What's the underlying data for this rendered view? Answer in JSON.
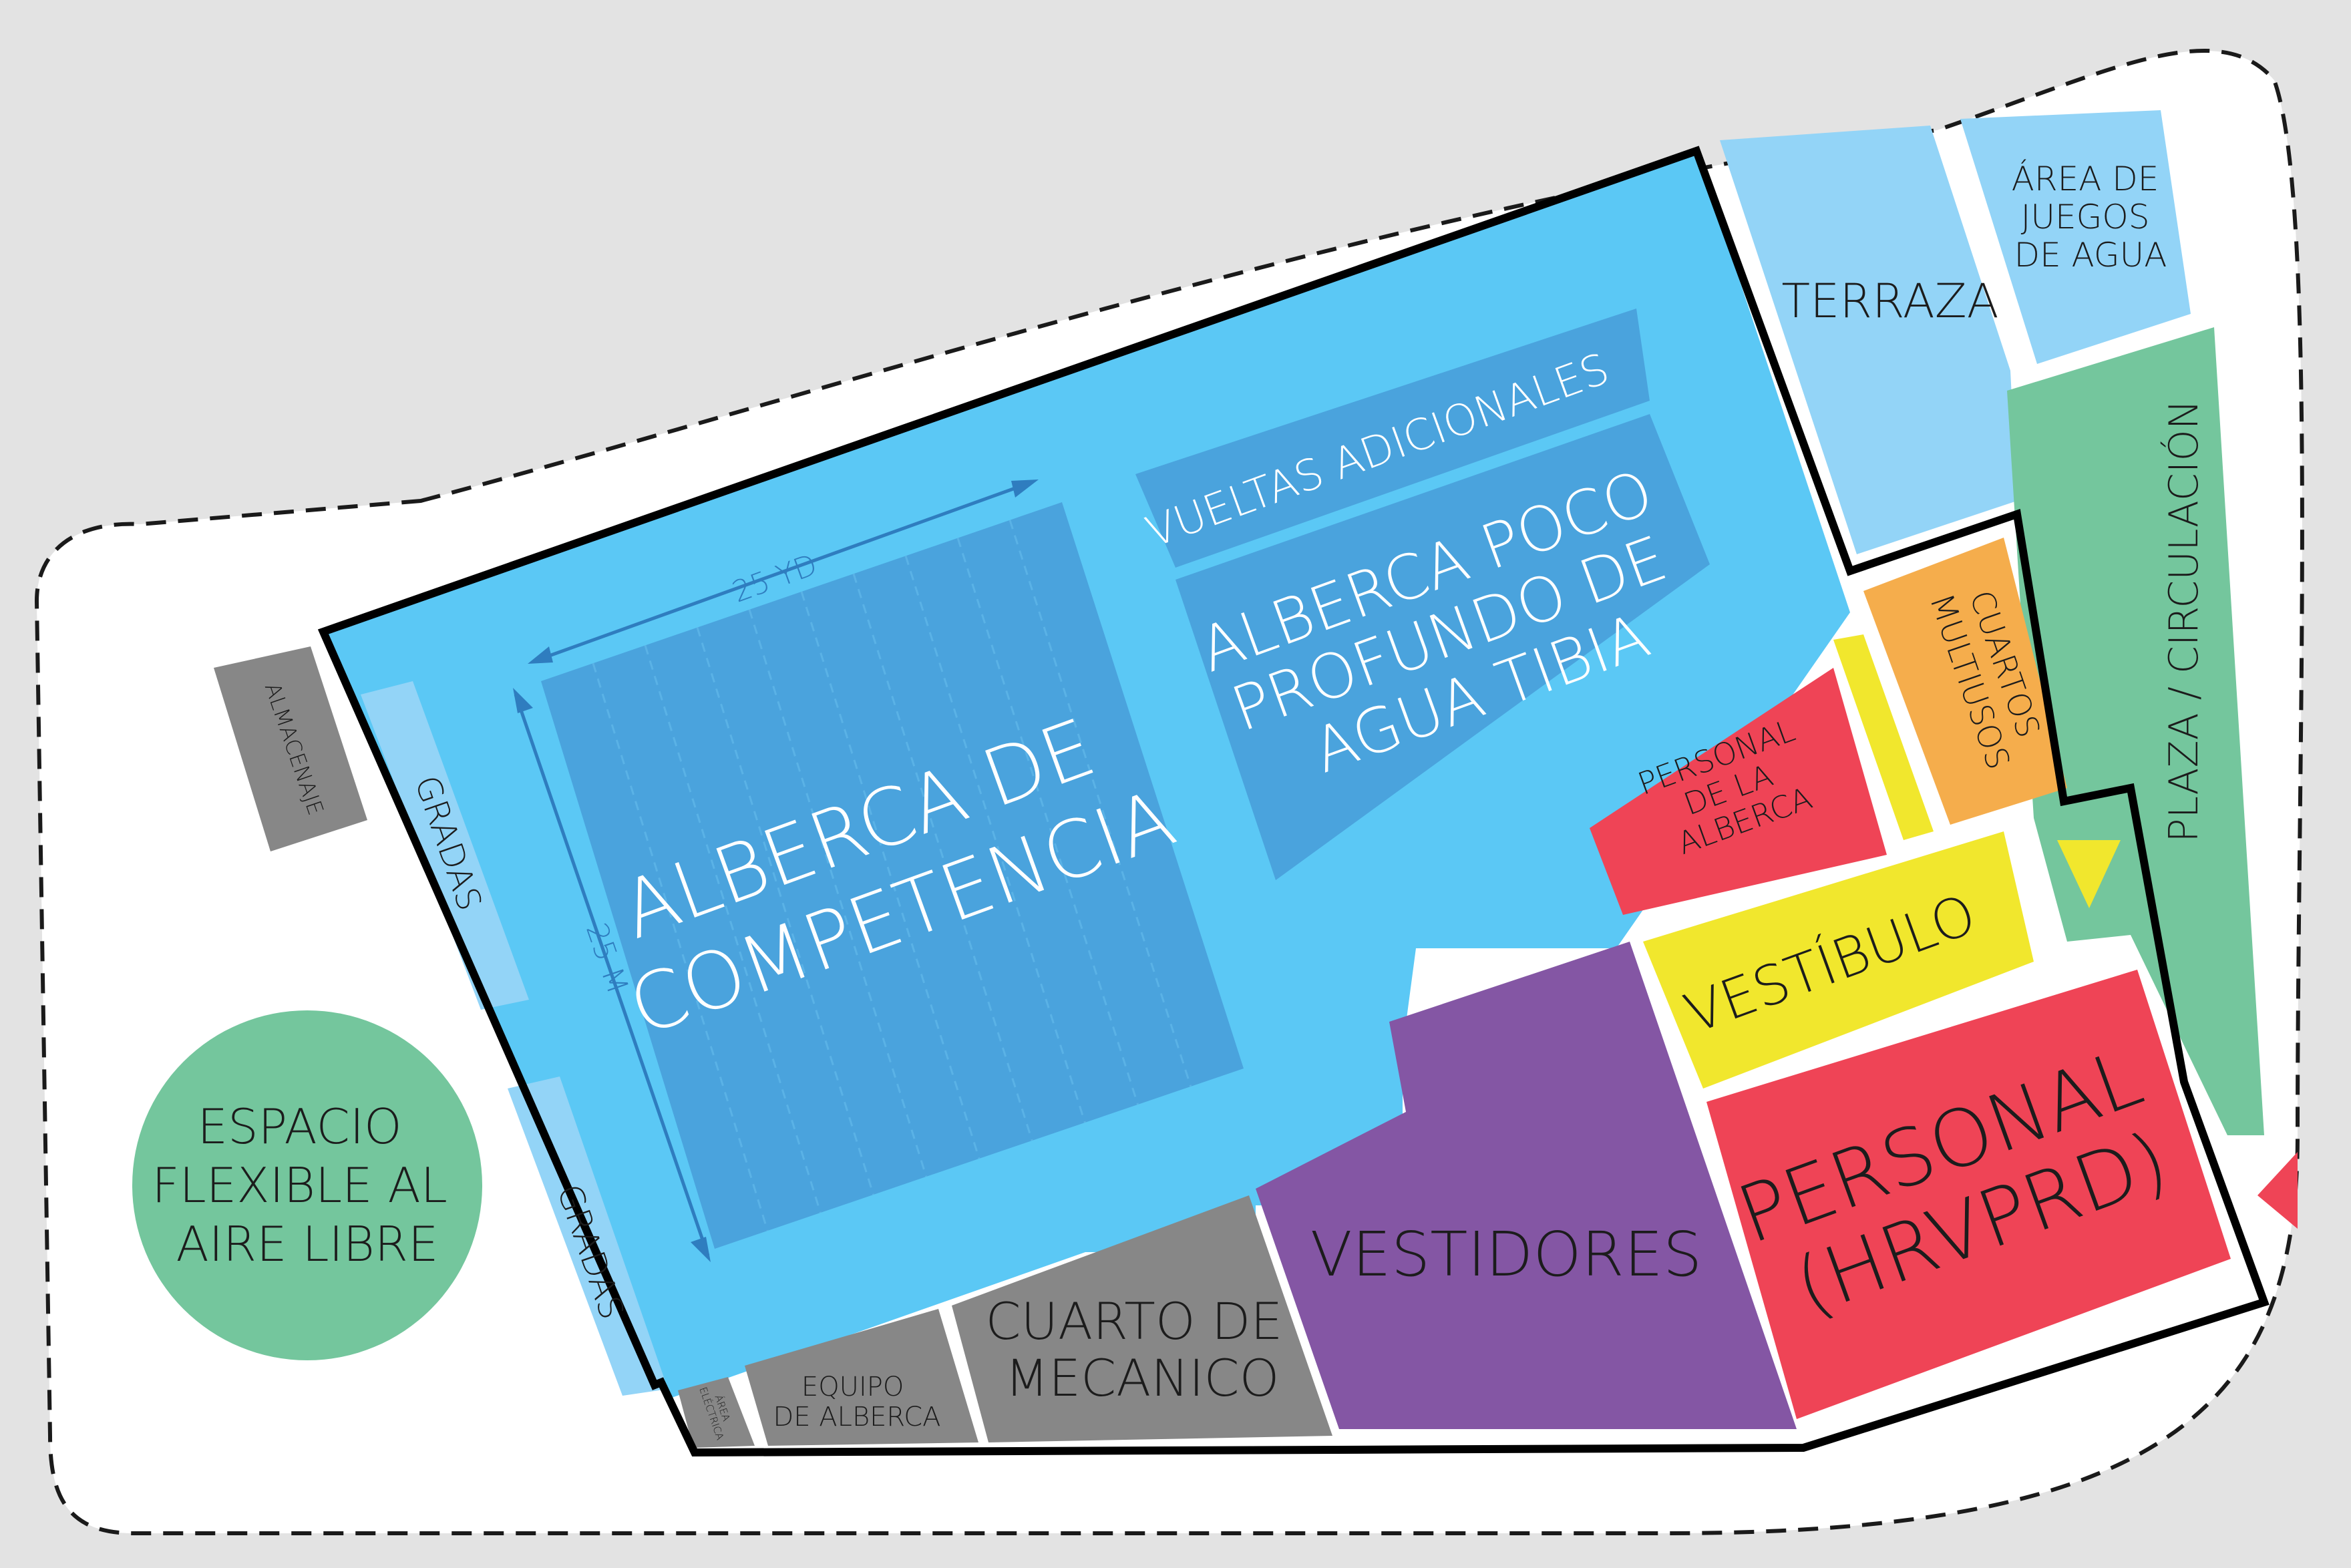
{
  "spaces": {
    "competition_pool": {
      "lines": [
        "ALBERCA DE",
        "COMPETENCIA"
      ],
      "color": "#4aa3dd"
    },
    "extra_laps": {
      "label": "VUELTAS ADICIONALES",
      "color": "#4aa3dd"
    },
    "shallow_pool": {
      "lines": [
        "ALBERCA POCO",
        "PROFUNDO DE",
        "AGUA TIBIA"
      ],
      "color": "#4aa3dd"
    },
    "natatorium": {
      "color": "#5bc8f5"
    },
    "stands_upper": {
      "label": "GRADAS",
      "color": "#93d4f7"
    },
    "stands_lower": {
      "label": "GRADAS",
      "color": "#93d4f7"
    },
    "storage": {
      "label": "ALMACENAJE",
      "color": "#878787"
    },
    "outdoor_flex": {
      "lines": [
        "ESPACIO",
        "FLEXIBLE AL",
        "AIRE LIBRE"
      ],
      "color": "#74c69d"
    },
    "terrace": {
      "label": "TERRAZA",
      "color": "#93d4f7"
    },
    "water_play": {
      "lines": [
        "ÁREA DE",
        "JUEGOS",
        "DE AGUA"
      ],
      "color": "#93d4f7"
    },
    "plaza": {
      "label": "PLAZA / CIRCULACIÓN",
      "color": "#74c69d"
    },
    "multipurpose": {
      "lines": [
        "CUARTOS",
        "MULTIUSOS"
      ],
      "color": "#f5ad4c"
    },
    "pool_staff": {
      "lines": [
        "PERSONAL",
        "DE LA",
        "ALBERCA"
      ],
      "color": "#ef4456"
    },
    "lobby": {
      "label": "VESTÍBULO",
      "color": "#f1e72d"
    },
    "staff": {
      "lines": [
        "PERSONAL",
        "(HRVPRD)"
      ],
      "color": "#ef4456"
    },
    "locker_rooms": {
      "label": "VESTIDORES",
      "color": "#8456a4"
    },
    "mechanical": {
      "lines": [
        "CUARTO DE",
        "MECANICO"
      ],
      "color": "#878787"
    },
    "pool_equipment": {
      "lines": [
        "EQUIPO",
        "DE ALBERCA"
      ],
      "color": "#878787"
    },
    "electrical": {
      "lines": [
        "ÁREA",
        "ELÉCTRICA"
      ],
      "color": "#878787"
    }
  },
  "dimensions": {
    "width_label": "25 YD",
    "length_label": "25 M"
  },
  "markers": {
    "entrance_triangle_color": "#f1e72d",
    "staff_entrance_triangle_color": "#ef4456"
  },
  "colors": {
    "background": "#e3e3e3",
    "site": "#ffffff",
    "outline": "#000000",
    "dimension": "#2f7dbf"
  }
}
